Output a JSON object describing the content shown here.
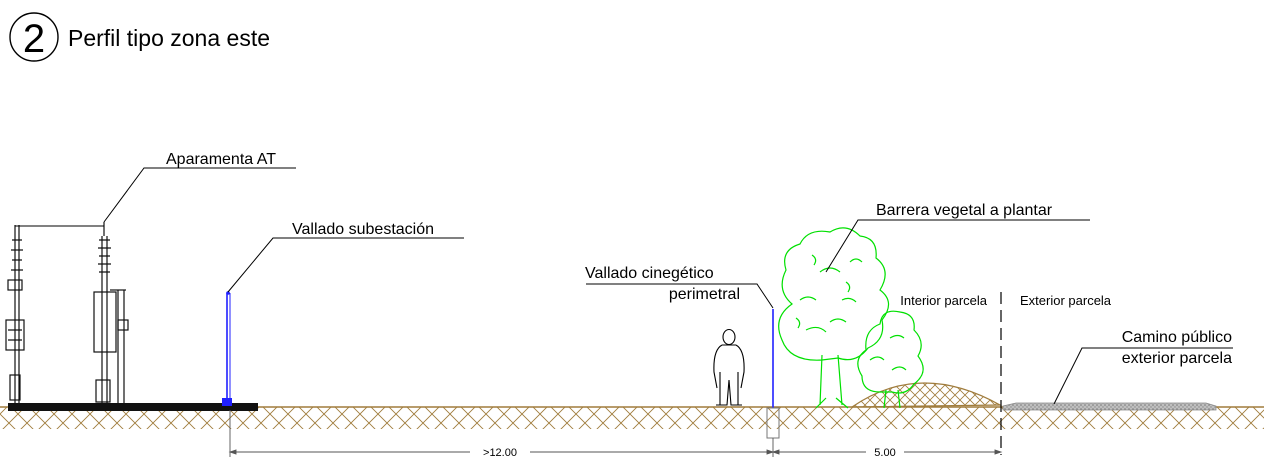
{
  "header": {
    "number": "2",
    "title": "Perfil tipo zona este"
  },
  "labels": {
    "aparamenta": "Aparamenta AT",
    "vallado_subestacion": "Vallado subestación",
    "vallado_cinegetico_line1": "Vallado cinegético",
    "vallado_cinegetico_line2": "perimetral",
    "barrera_vegetal": "Barrera vegetal a plantar",
    "interior_parcela": "Interior parcela",
    "exterior_parcela": "Exterior parcela",
    "camino_line1": "Camino público",
    "camino_line2": "exterior parcela"
  },
  "dimensions": {
    "span_fence_to_fence": ">12.00",
    "span_fence_to_boundary": "5.00"
  },
  "colors": {
    "ground": "#a07c3c",
    "fence": "#2020ff",
    "vegetation": "#00e000",
    "road": "#8a8a8a",
    "ink": "#000000"
  }
}
